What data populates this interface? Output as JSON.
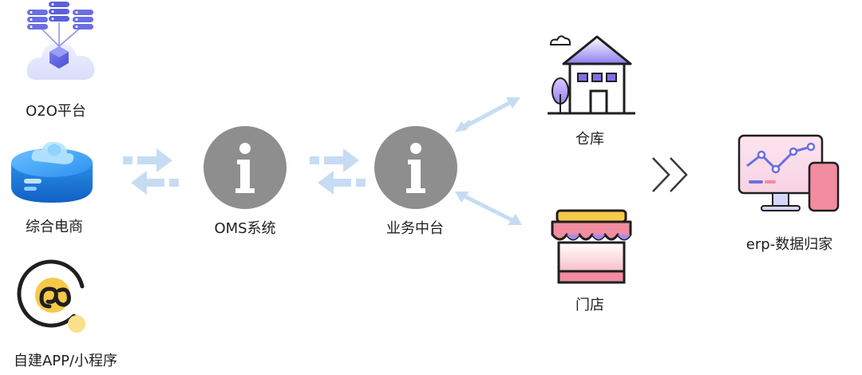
{
  "sources": [
    {
      "label": "O2O平台",
      "icon": "server-cloud-icon"
    },
    {
      "label": "综合电商",
      "icon": "ecommerce-disk-icon"
    },
    {
      "label": "自建APP/小程序",
      "icon": "mini-program-icon"
    }
  ],
  "oms": {
    "label": "OMS系统",
    "icon": "info-icon"
  },
  "middle": {
    "label": "业务中台",
    "icon": "info-icon"
  },
  "warehouse": {
    "label": "仓库",
    "icon": "warehouse-house-icon"
  },
  "store": {
    "label": "门店",
    "icon": "store-awning-icon"
  },
  "erp": {
    "label": "erp-数据归家",
    "icon": "monitor-chart-icon"
  },
  "colors": {
    "arrow": "#c6dcf3",
    "info_circle": "#8e8e8e",
    "purple": "#6b6fe0",
    "blue": "#2a8ee6",
    "pink": "#f28ca0",
    "yellow": "#f7c948"
  }
}
